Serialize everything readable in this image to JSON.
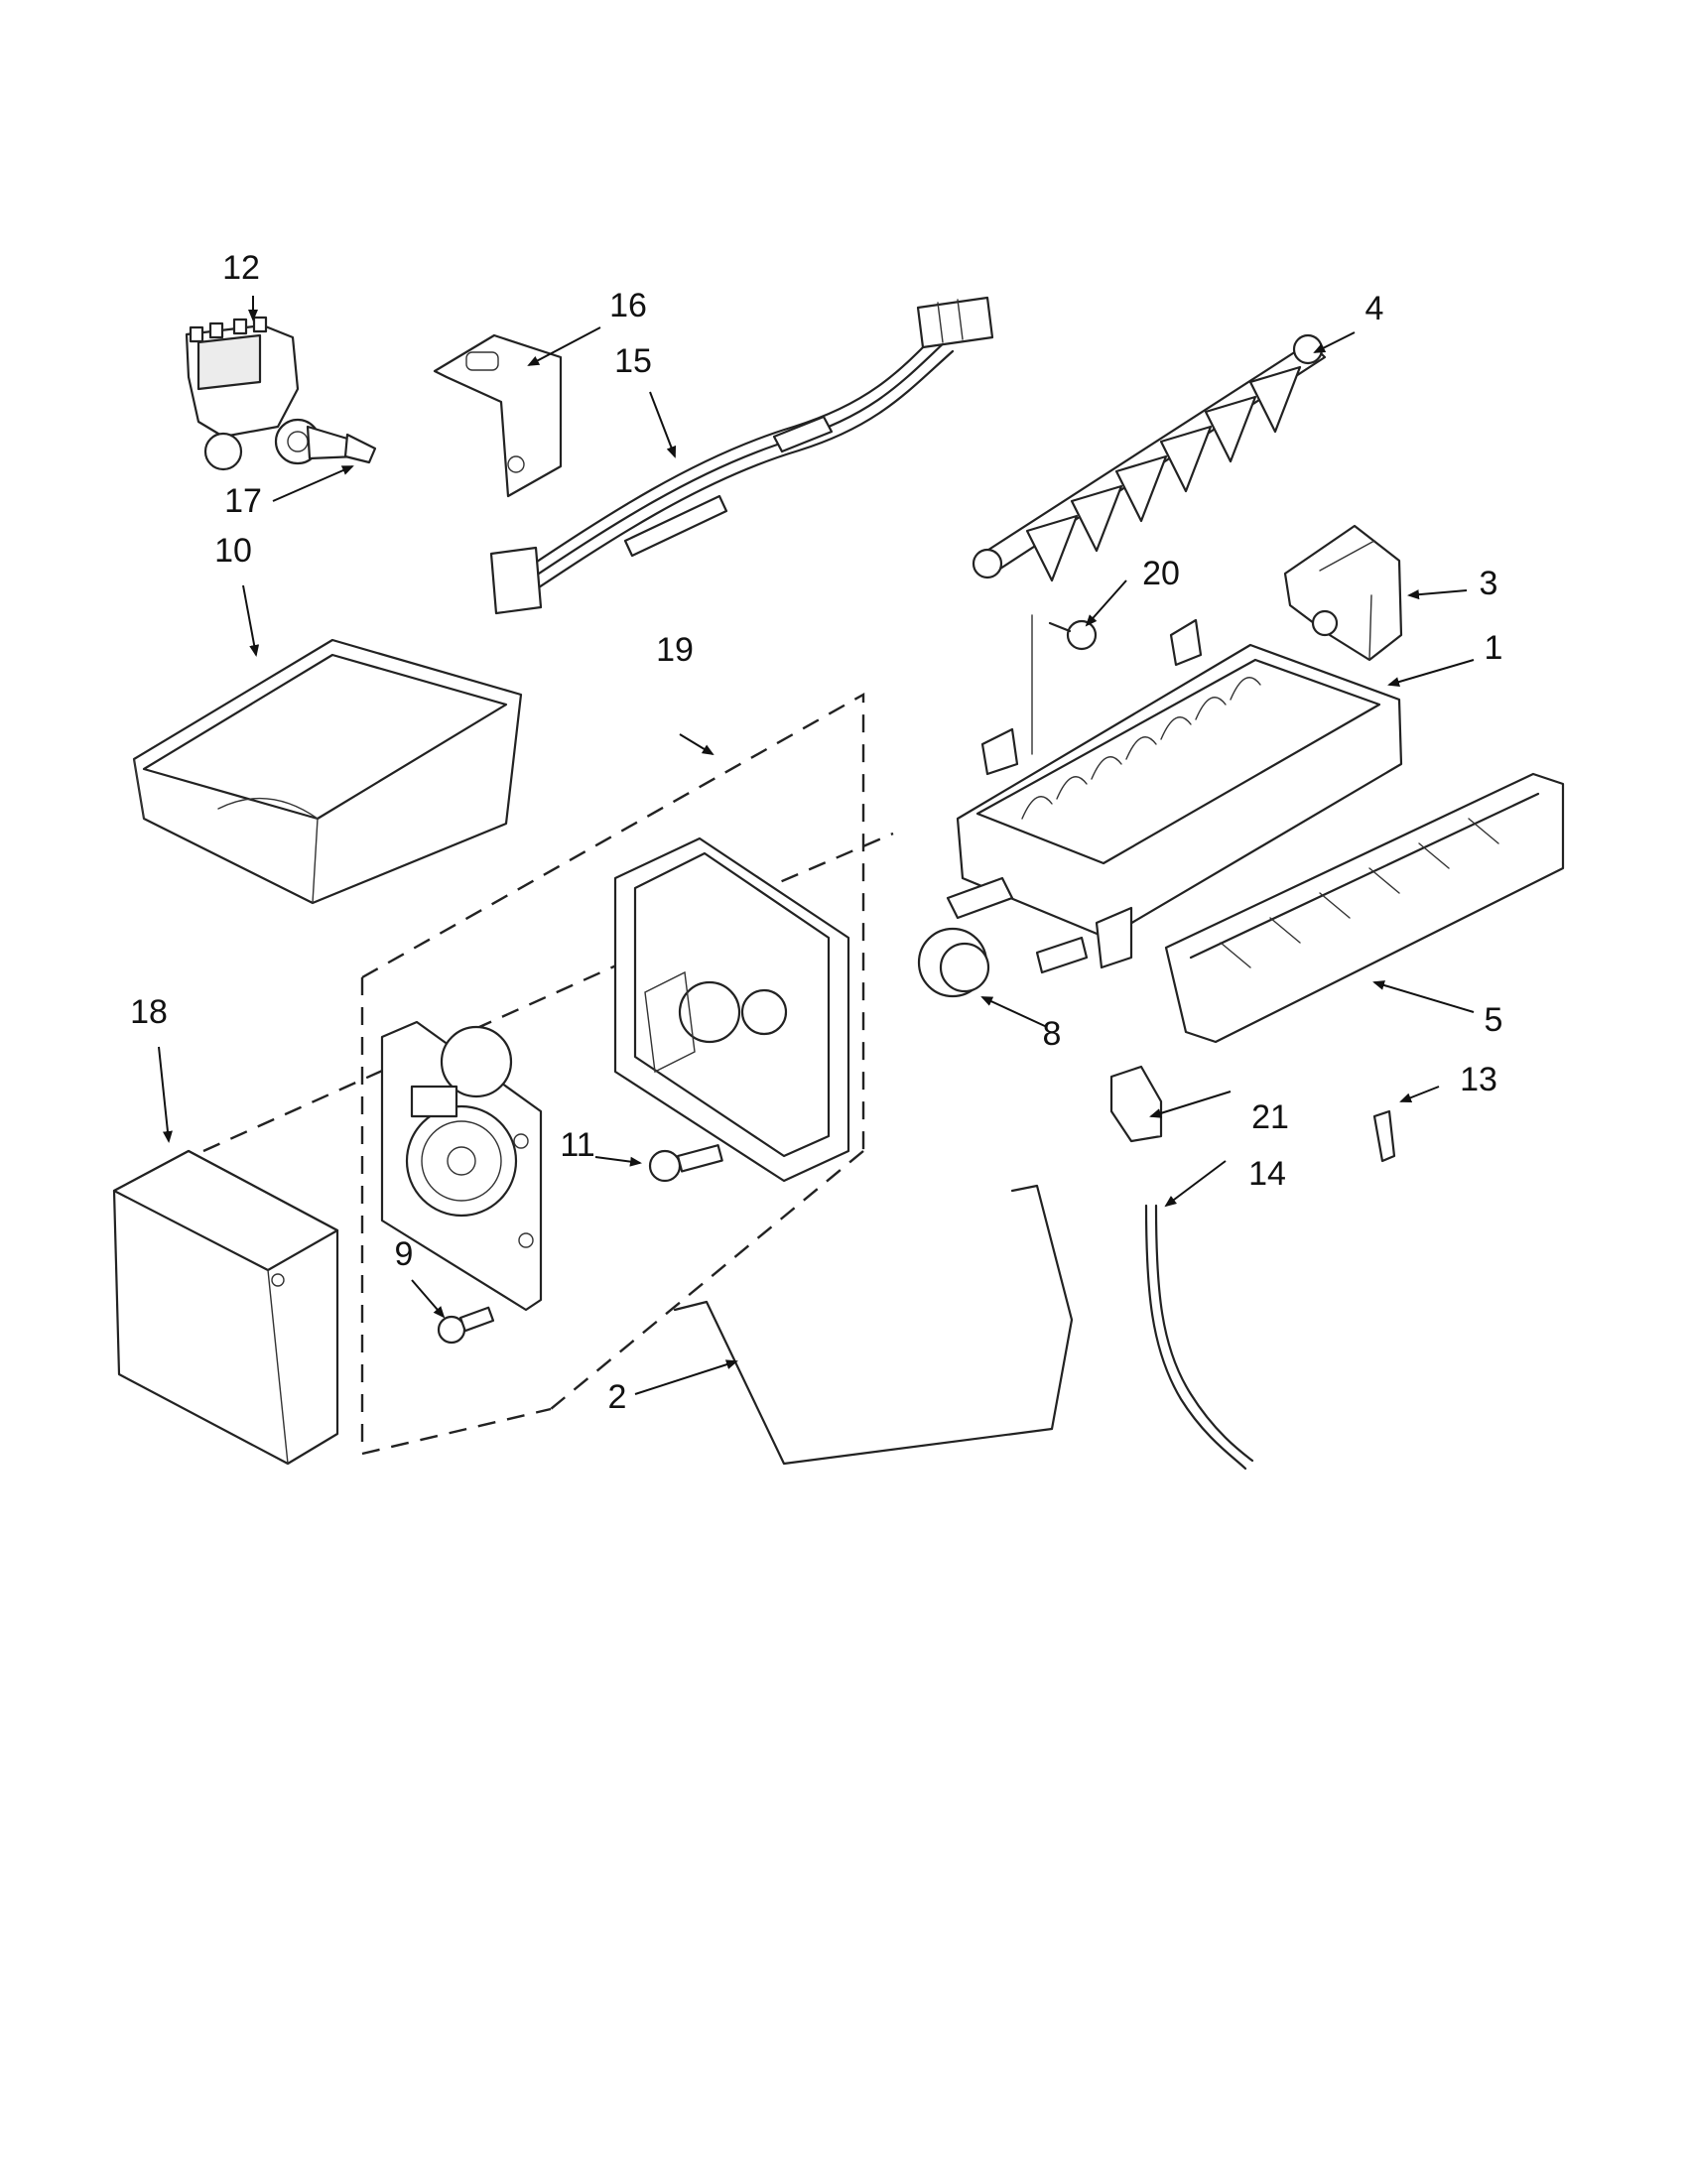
{
  "callouts": [
    {
      "id": "1",
      "label": "1"
    },
    {
      "id": "2",
      "label": "2"
    },
    {
      "id": "3",
      "label": "3"
    },
    {
      "id": "4",
      "label": "4"
    },
    {
      "id": "5",
      "label": "5"
    },
    {
      "id": "8",
      "label": "8"
    },
    {
      "id": "9",
      "label": "9"
    },
    {
      "id": "10",
      "label": "10"
    },
    {
      "id": "11",
      "label": "11"
    },
    {
      "id": "12",
      "label": "12"
    },
    {
      "id": "13",
      "label": "13"
    },
    {
      "id": "14",
      "label": "14"
    },
    {
      "id": "15",
      "label": "15"
    },
    {
      "id": "16",
      "label": "16"
    },
    {
      "id": "17",
      "label": "17"
    },
    {
      "id": "18",
      "label": "18"
    },
    {
      "id": "19",
      "label": "19"
    },
    {
      "id": "20",
      "label": "20"
    },
    {
      "id": "21",
      "label": "21"
    }
  ]
}
